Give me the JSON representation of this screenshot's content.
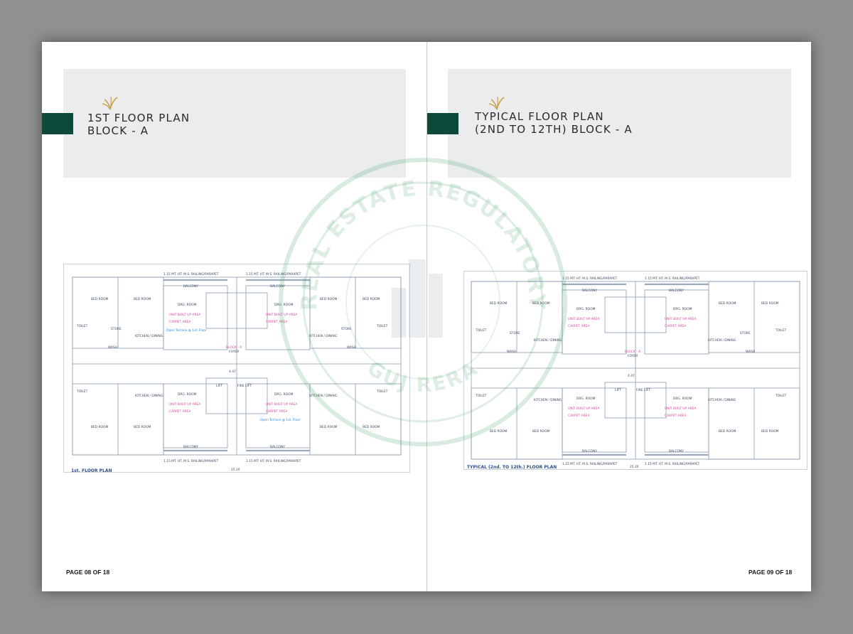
{
  "left_page": {
    "title_line1": "1ST FLOOR PLAN",
    "title_line2": "BLOCK - A",
    "plan_caption": "1st. FLOOR PLAN",
    "page_number": "PAGE 08 OF 18",
    "plan_labels": {
      "top_rail": "1.15 MT. HT. M.S. RAILING/PARAPET",
      "bottom_rail": "1.15 MT. HT. M.S. RAILING/PARAPET",
      "bed_room": "BED ROOM",
      "toilet": "TOILET",
      "store": "STORE",
      "kitchen": "KITCHEN / DINING",
      "wash": "WASH",
      "drawing_room": "DRG. ROOM",
      "balcony": "BALCONY",
      "lift": "LIFT",
      "fire_lift": "FIRE LIFT",
      "foyer": "FOYER",
      "block": "BLOCK - A",
      "unit_area": "UNIT BUILT UP AREA",
      "carpet_area": "CARPET AREA",
      "open_terrace": "Open Terrace @ 1st. Floor",
      "width_dim": "25.20",
      "mid_dim": "4.47"
    }
  },
  "right_page": {
    "title_line1": "TYPICAL FLOOR PLAN",
    "title_line2": "(2ND TO 12TH) BLOCK - A",
    "plan_caption": "TYPICAL (2nd. TO 12th.) FLOOR PLAN",
    "page_number": "PAGE 09 OF 18",
    "plan_labels": {
      "top_rail": "1.15 MT. HT. M.S. RAILING/PARAPET",
      "bottom_rail": "1.15 MT. HT. M.S. RAILING/PARAPET",
      "bed_room": "BED ROOM",
      "toilet": "TOILET",
      "store": "STORE",
      "kitchen": "KITCHEN / DINING",
      "wash": "WASH",
      "drawing_room": "DRG. ROOM",
      "balcony": "BALCONY",
      "lift": "LIFT",
      "fire_lift": "FIRE LIFT",
      "foyer": "FOYER",
      "block": "BLOCK - A",
      "unit_area": "UNIT BUILT UP AREA",
      "carpet_area": "CARPET AREA",
      "width_dim": "25.20",
      "mid_dim": "4.47"
    }
  },
  "watermark": {
    "text_top": "REAL ESTATE REGULATORY",
    "text_bottom": "GUJ RERA"
  },
  "colors": {
    "accent_green": "#0d4a3c",
    "header_gray": "#ebeced",
    "logo_gold": "#c9a04a",
    "plan_line": "#7e8fa6",
    "area_pink": "#d84aa0",
    "watermark_green": "#4aa36a"
  }
}
